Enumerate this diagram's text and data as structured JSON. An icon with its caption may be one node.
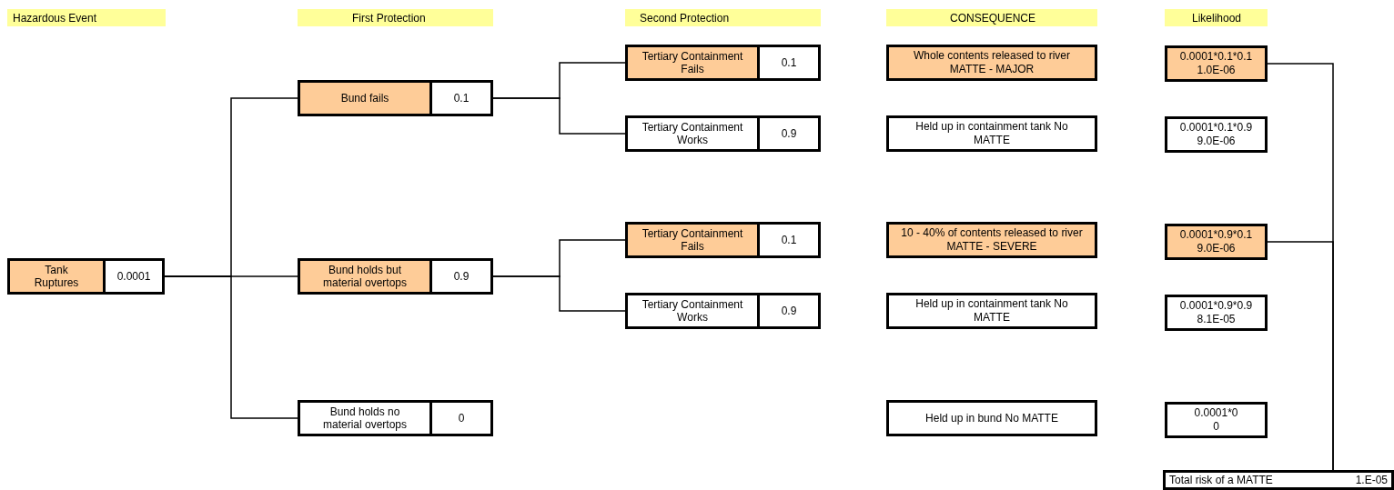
{
  "diagram": {
    "nodes": [
      {
        "text": [
          "Hazardous Event"
        ]
      },
      {
        "text": [
          "First Protection"
        ]
      },
      {
        "text": [
          "Second Protection"
        ]
      },
      {
        "text": [
          "CONSEQUENCE"
        ]
      },
      {
        "text": [
          "Likelihood"
        ]
      },
      {
        "text": [
          "Tank Ruptures",
          "0.0001"
        ]
      },
      {
        "text": [
          "Bund fails",
          "0.1"
        ]
      },
      {
        "text": [
          "Bund holds but material overtops",
          "0.9"
        ]
      },
      {
        "text": [
          "Bund holds no material overtops",
          "0"
        ]
      },
      {
        "text": [
          "Tertiary Containment Fails",
          "0.1"
        ]
      },
      {
        "text": [
          "Tertiary Containment Works",
          "0.9"
        ]
      },
      {
        "text": [
          "Tertiary Containment Fails",
          "0.1"
        ]
      },
      {
        "text": [
          "Tertiary Containment Works",
          "0.9"
        ]
      },
      {
        "text": [
          "Whole contents released to river MATTE - MAJOR"
        ]
      },
      {
        "text": [
          "Held up in containment tank No MATTE"
        ]
      },
      {
        "text": [
          "10 - 40% of contents released to river MATTE - SEVERE"
        ]
      },
      {
        "text": [
          "Held up in containment tank No MATTE"
        ]
      },
      {
        "text": [
          "Held up in bund No MATTE"
        ]
      },
      {
        "text": [
          "0.0001*0.1*0.1",
          "1.0E-06"
        ]
      },
      {
        "text": [
          "0.0001*0.1*0.9",
          "9.0E-06"
        ]
      },
      {
        "text": [
          "0.0001*0.9*0.1",
          "9.0E-06"
        ]
      },
      {
        "text": [
          "0.0001*0.9*0.9",
          "8.1E-05"
        ]
      },
      {
        "text": [
          "0.0001*0",
          "0"
        ]
      },
      {
        "text": [
          "Total risk of a MATTE",
          "1.E-05"
        ]
      }
    ],
    "edges": [
      {
        "from": 5,
        "to": 6,
        "arrow": "none"
      },
      {
        "from": 5,
        "to": 7,
        "arrow": "none"
      },
      {
        "from": 5,
        "to": 8,
        "arrow": "none"
      },
      {
        "from": 6,
        "to": 9,
        "arrow": "none"
      },
      {
        "from": 6,
        "to": 10,
        "arrow": "none"
      },
      {
        "from": 7,
        "to": 11,
        "arrow": "none"
      },
      {
        "from": 7,
        "to": 12,
        "arrow": "none"
      },
      {
        "from": 18,
        "to": 23,
        "arrow": "none"
      },
      {
        "from": 20,
        "to": 23,
        "arrow": "none"
      }
    ]
  }
}
